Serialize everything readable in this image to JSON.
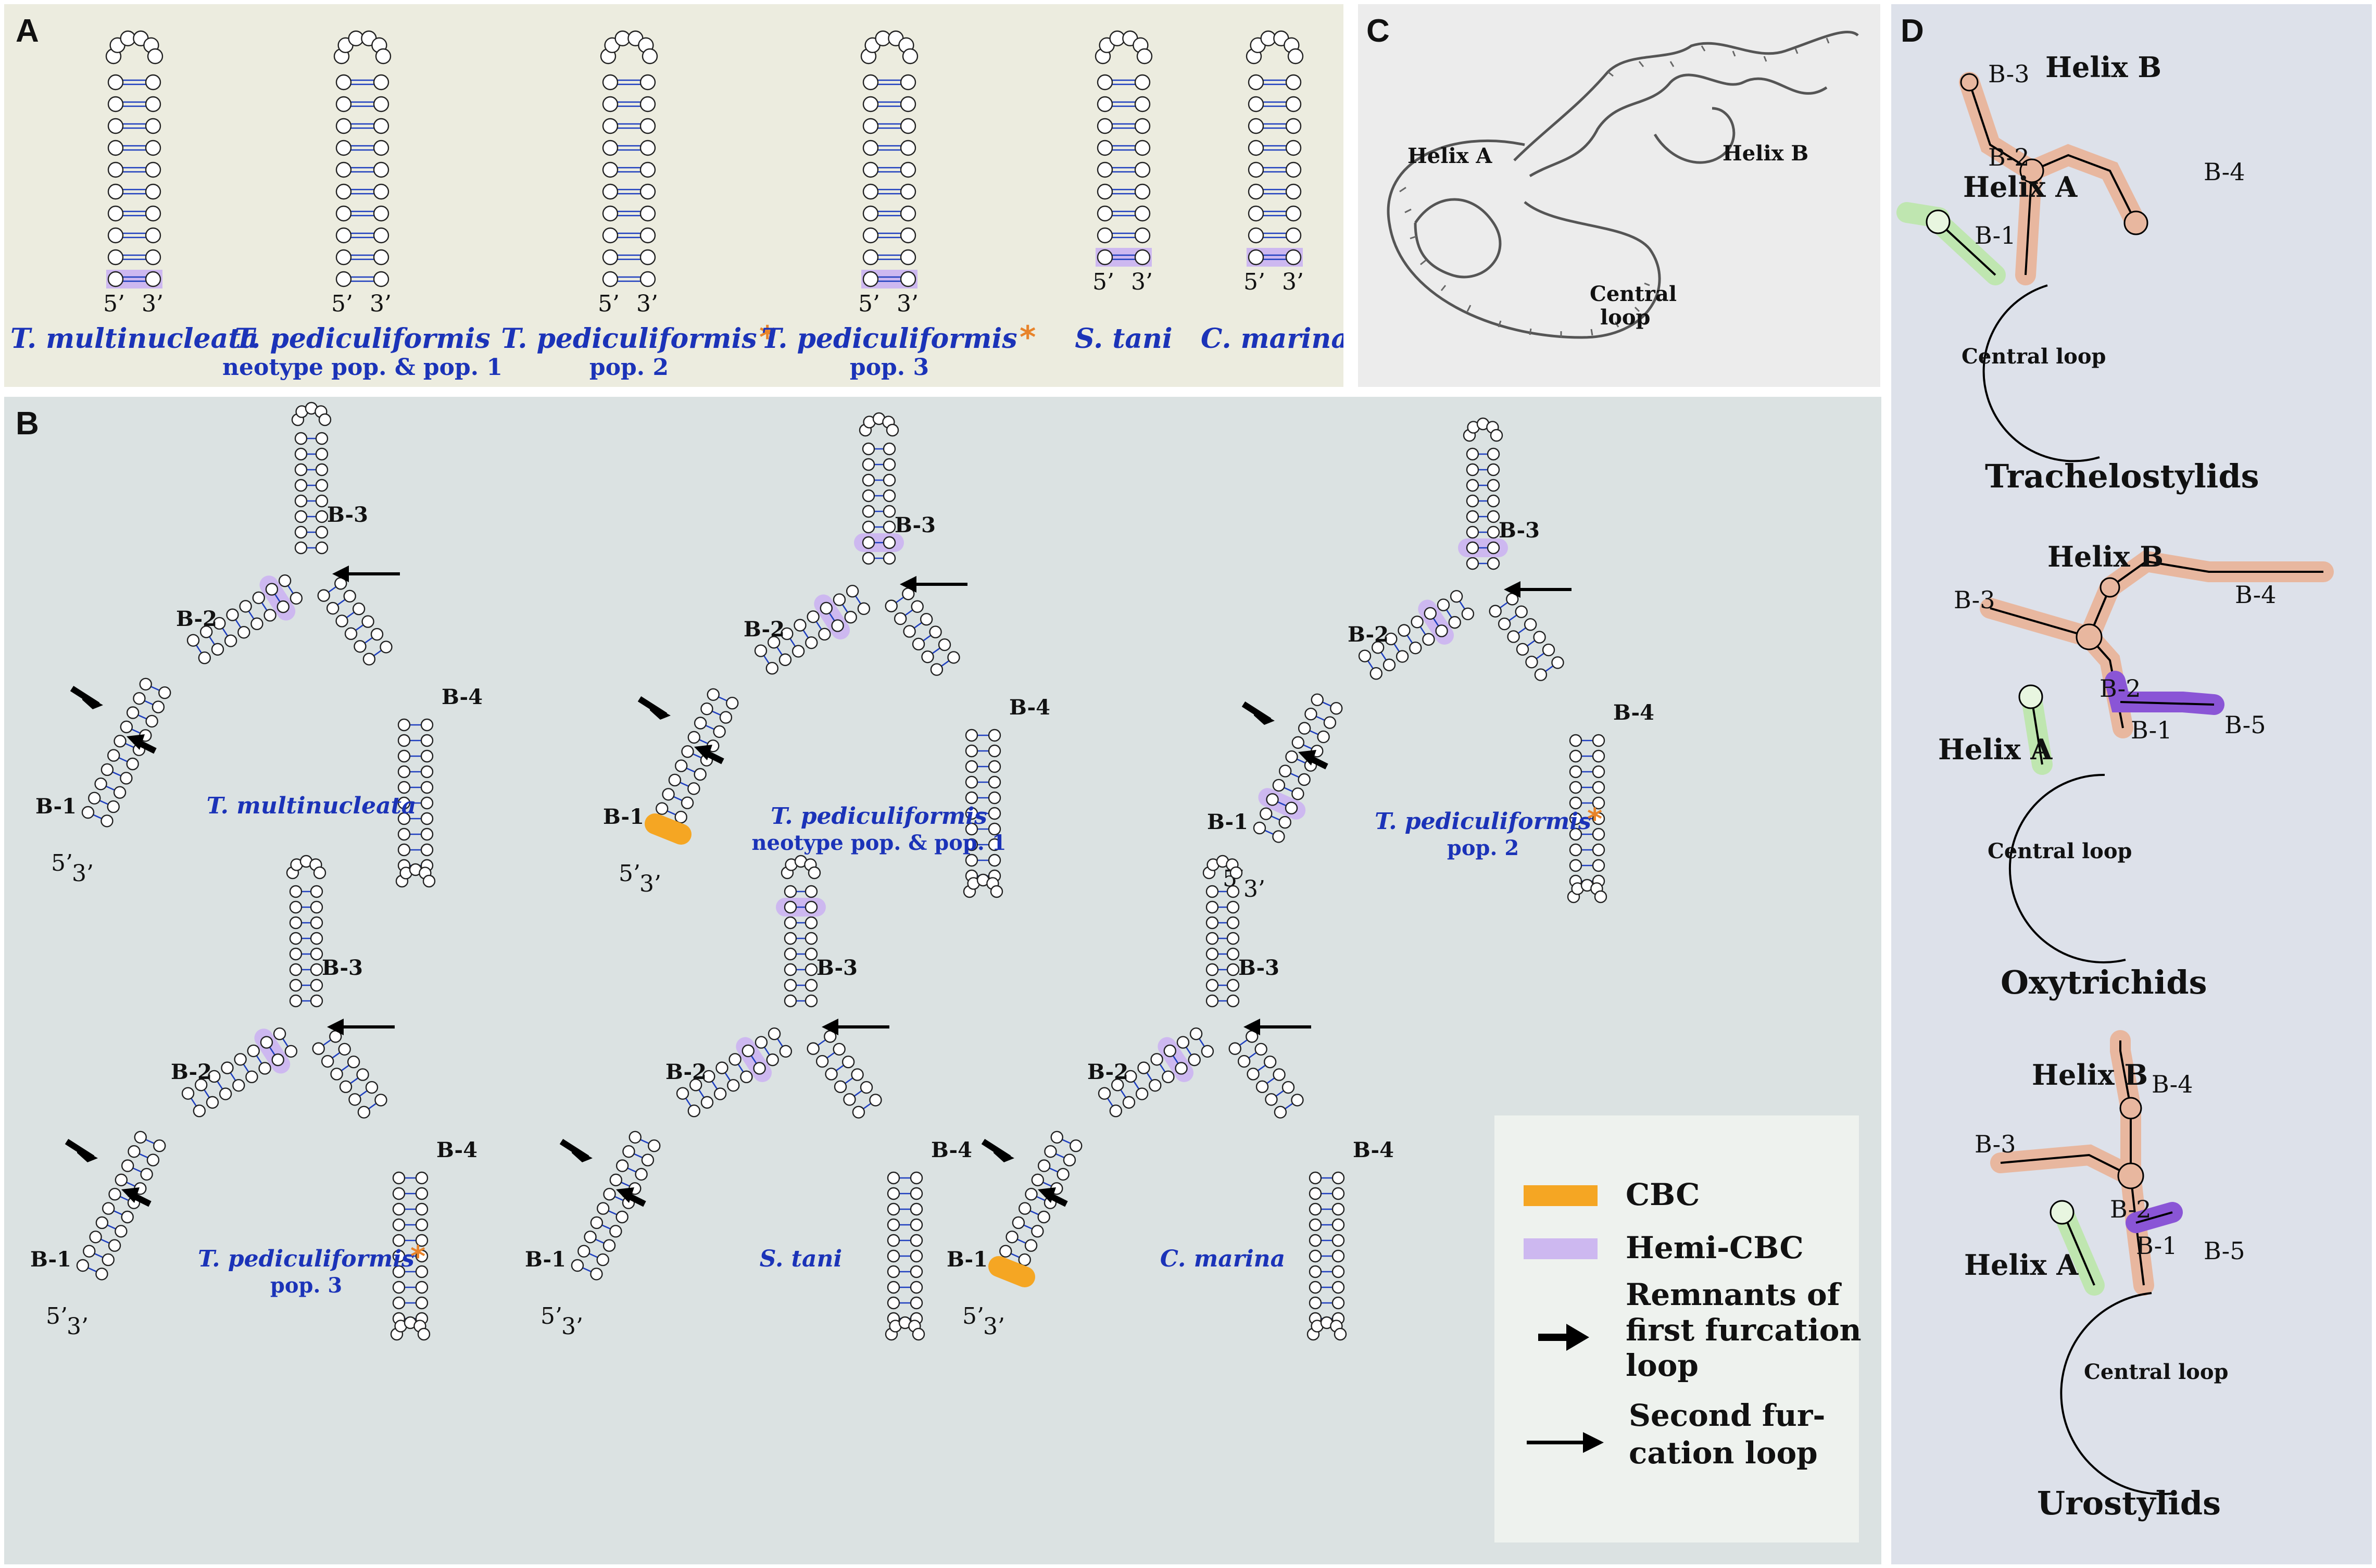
{
  "panel_letters": {
    "a": "A",
    "b": "B",
    "c": "C",
    "d": "D"
  },
  "panel_a": {
    "primes": {
      "five": "5’",
      "three": "3’"
    },
    "hairpins": [
      {
        "species": "T. multinucleata",
        "sub": "",
        "star": ""
      },
      {
        "species": "T. pediculiformis",
        "sub": "neotype pop. & pop. 1",
        "star": ""
      },
      {
        "species": "T. pediculiformis",
        "sub": "pop. 2",
        "star": "*"
      },
      {
        "species": "T. pediculiformis",
        "sub": "pop. 3",
        "star": "*"
      },
      {
        "species": "S. tani",
        "sub": "",
        "star": ""
      },
      {
        "species": "C. marina",
        "sub": "",
        "star": ""
      }
    ]
  },
  "panel_b": {
    "branch_labels": {
      "b1": "B-1",
      "b2": "B-2",
      "b3": "B-3",
      "b4": "B-4"
    },
    "primes": {
      "five": "5’",
      "three": "3’"
    },
    "structures": [
      {
        "species": "T. multinucleata",
        "sub": "",
        "star": ""
      },
      {
        "species": "T. pediculiformis",
        "sub": "neotype pop. & pop. 1",
        "star": ""
      },
      {
        "species": "T. pediculiformis",
        "sub": "pop. 2",
        "star": "*"
      },
      {
        "species": "T. pediculiformis",
        "sub": "pop. 3",
        "star": "*"
      },
      {
        "species": "S. tani",
        "sub": "",
        "star": ""
      },
      {
        "species": "C. marina",
        "sub": "",
        "star": ""
      }
    ],
    "legend": {
      "cbc": "CBC",
      "hemi_cbc": "Hemi-CBC",
      "remnants": [
        "Remnants of",
        "first furcation",
        "loop"
      ],
      "second": [
        "Second fur-",
        "cation loop"
      ]
    }
  },
  "panel_c": {
    "helix_a": "Helix A",
    "helix_b": "Helix B",
    "central_loop": [
      "Central",
      "loop"
    ]
  },
  "panel_d": {
    "diagrams": [
      {
        "group": "Trachelostylids",
        "helix_a": "Helix A",
        "helix_b": "Helix B",
        "central": "Central loop",
        "labels": {
          "b1": "B-1",
          "b2": "B-2",
          "b3": "B-3",
          "b4": "B-4"
        }
      },
      {
        "group": "Oxytrichids",
        "helix_a": "Helix A",
        "helix_b": "Helix B",
        "central": "Central loop",
        "labels": {
          "b1": "B-1",
          "b2": "B-2",
          "b3": "B-3",
          "b4": "B-4",
          "b5": "B-5"
        }
      },
      {
        "group": "Urostylids",
        "helix_a": "Helix A",
        "helix_b": "Helix B",
        "central": "Central loop",
        "labels": {
          "b1": "B-1",
          "b2": "B-2",
          "b3": "B-3",
          "b4": "B-4",
          "b5": "B-5"
        }
      }
    ]
  },
  "colors": {
    "cbc": "#f5a623",
    "hemi_cbc": "#cdb8f0",
    "bond": "#1f3fbf",
    "species_text": "#1b33b8",
    "helix_b_fill": "#e8b79f",
    "helix_a_fill": "#bfe6b0",
    "b5_fill": "#8a55d6"
  }
}
